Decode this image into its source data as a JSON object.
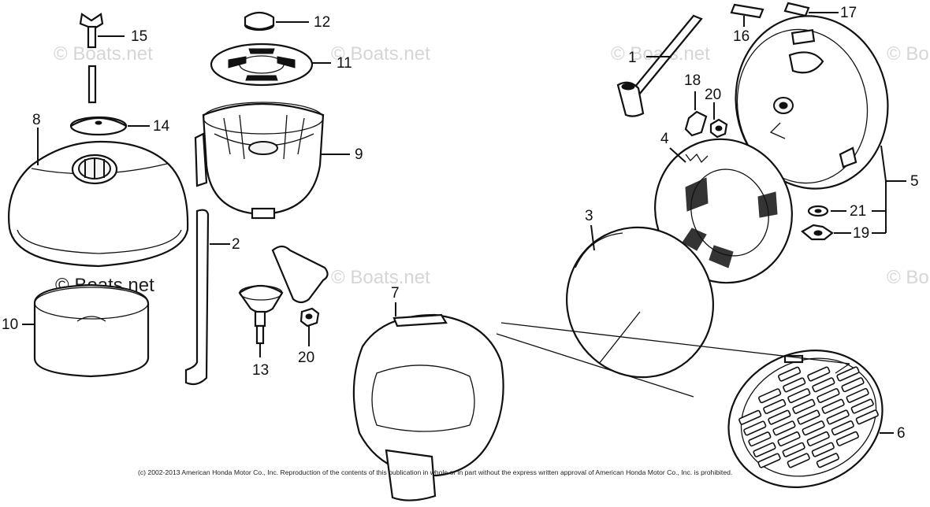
{
  "callouts": {
    "c1": "1",
    "c2": "2",
    "c3": "3",
    "c4": "4",
    "c5": "5",
    "c6": "6",
    "c7": "7",
    "c8": "8",
    "c9": "9",
    "c10": "10",
    "c11": "11",
    "c12": "12",
    "c13": "13",
    "c14": "14",
    "c15": "15",
    "c16": "16",
    "c17": "17",
    "c18": "18",
    "c19": "19",
    "c20a": "20",
    "c20b": "20",
    "c21": "21"
  },
  "watermark": "© Boats.net",
  "copyright": "(c) 2002-2013 American Honda Motor Co., Inc. Reproduction of the contents of this publication in whole or in part without the express written approval of American Honda Motor Co., Inc. is prohibited."
}
